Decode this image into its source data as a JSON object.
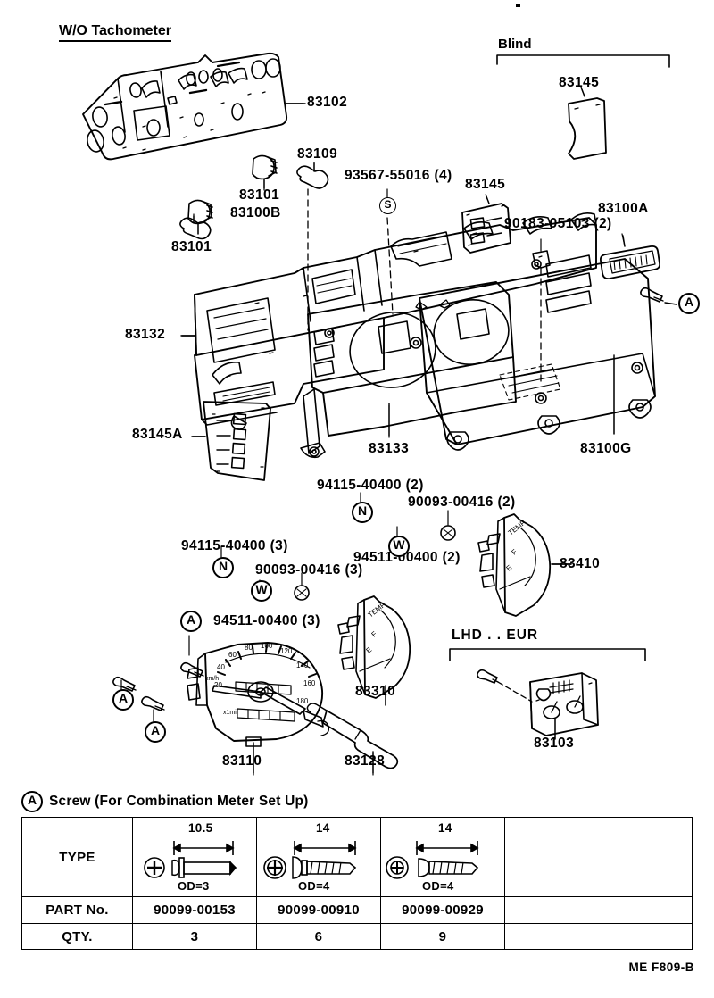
{
  "page": {
    "section_heading": "W/O Tachometer",
    "footer_code": "ME F809-B",
    "group_blind": "Blind",
    "group_lhd_eur": "LHD . . EUR"
  },
  "callouts": [
    {
      "id": "c-83102",
      "text": "83102"
    },
    {
      "id": "c-83101-top",
      "text": "83101"
    },
    {
      "id": "c-83100b",
      "text": "83100B"
    },
    {
      "id": "c-83101-left",
      "text": "83101"
    },
    {
      "id": "c-83109",
      "text": "83109"
    },
    {
      "id": "c-93567",
      "text": "93567-55016 (4)"
    },
    {
      "id": "c-83145-mid",
      "text": "83145"
    },
    {
      "id": "c-83145-blind",
      "text": "83145"
    },
    {
      "id": "c-90183",
      "text": "90183-05103 (2)"
    },
    {
      "id": "c-83100a",
      "text": "83100A"
    },
    {
      "id": "c-83132",
      "text": "83132"
    },
    {
      "id": "c-83145a",
      "text": "83145A"
    },
    {
      "id": "c-83133",
      "text": "83133"
    },
    {
      "id": "c-83100g",
      "text": "83100G"
    },
    {
      "id": "c-94115-2",
      "text": "94115-40400 (2)"
    },
    {
      "id": "c-90093-2",
      "text": "90093-00416 (2)"
    },
    {
      "id": "c-94511-2",
      "text": "94511-00400 (2)"
    },
    {
      "id": "c-94115-3",
      "text": "94115-40400 (3)"
    },
    {
      "id": "c-90093-3",
      "text": "90093-00416 (3)"
    },
    {
      "id": "c-94511-3",
      "text": "94511-00400 (3)"
    },
    {
      "id": "c-83410",
      "text": "83410"
    },
    {
      "id": "c-83310",
      "text": "83310"
    },
    {
      "id": "c-83110",
      "text": "83110"
    },
    {
      "id": "c-83128",
      "text": "83128"
    },
    {
      "id": "c-83103",
      "text": "83103"
    }
  ],
  "markers": {
    "letter_a": "A",
    "letter_n": "N",
    "letter_w": "W",
    "letter_s": "S"
  },
  "legend": {
    "marker": "A",
    "title": "Screw (For Combination Meter Set Up)",
    "row_labels": {
      "type": "TYPE",
      "part_no": "PART No.",
      "qty": "QTY."
    },
    "columns": [
      {
        "dim": "10.5",
        "od": "OD=3",
        "part_no": "90099-00153",
        "qty": "3",
        "screw": "pan-head-machine-screw"
      },
      {
        "dim": "14",
        "od": "OD=4",
        "part_no": "90099-00910",
        "qty": "6",
        "screw": "washer-head-tapping-screw"
      },
      {
        "dim": "14",
        "od": "OD=4",
        "part_no": "90099-00929",
        "qty": "9",
        "screw": "pan-head-tapping-screw"
      },
      {
        "dim": "",
        "od": "",
        "part_no": "",
        "qty": "",
        "screw": ""
      }
    ]
  }
}
